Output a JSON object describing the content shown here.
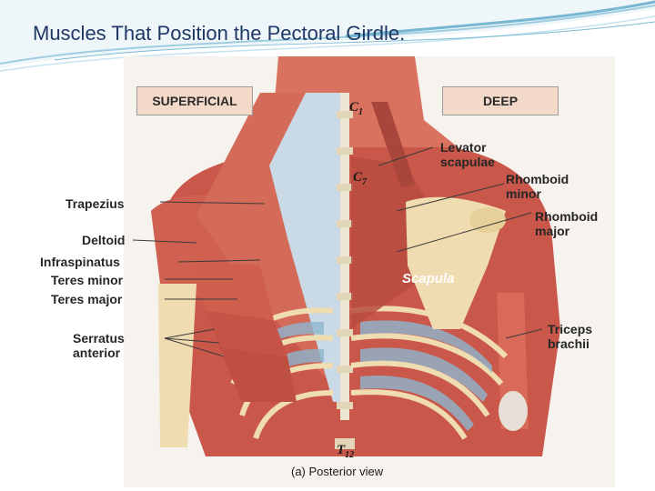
{
  "slide": {
    "title": "Muscles That Position the Pectoral Girdle."
  },
  "figure": {
    "headers": {
      "superficial": "SUPERFICIAL",
      "deep": "DEEP"
    },
    "left_labels": {
      "trapezius": "Trapezius",
      "deltoid": "Deltoid",
      "infraspinatus": "Infraspinatus",
      "teres_minor": "Teres minor",
      "teres_major": "Teres major",
      "serratus_line1": "Serratus",
      "serratus_line2": "anterior"
    },
    "right_labels": {
      "levator_line1": "Levator",
      "levator_line2": "scapulae",
      "rhomboid_minor_line1": "Rhomboid",
      "rhomboid_minor_line2": "minor",
      "rhomboid_major_line1": "Rhomboid",
      "rhomboid_major_line2": "major",
      "triceps_line1": "Triceps",
      "triceps_line2": "brachii"
    },
    "vertebrae": {
      "c1_letter": "C",
      "c1_number": "1",
      "c7_letter": "C",
      "c7_number": "7",
      "t12_letter": "T",
      "t12_number": "12"
    },
    "bone_label": "Scapula",
    "caption": "(a) Posterior view",
    "colors": {
      "title": "#1f3864",
      "muscle": "#c9574a",
      "muscle_light": "#e08a76",
      "tendon": "#c9d9e6",
      "bone": "#efdcb0",
      "background": "#f6f2ee"
    }
  }
}
